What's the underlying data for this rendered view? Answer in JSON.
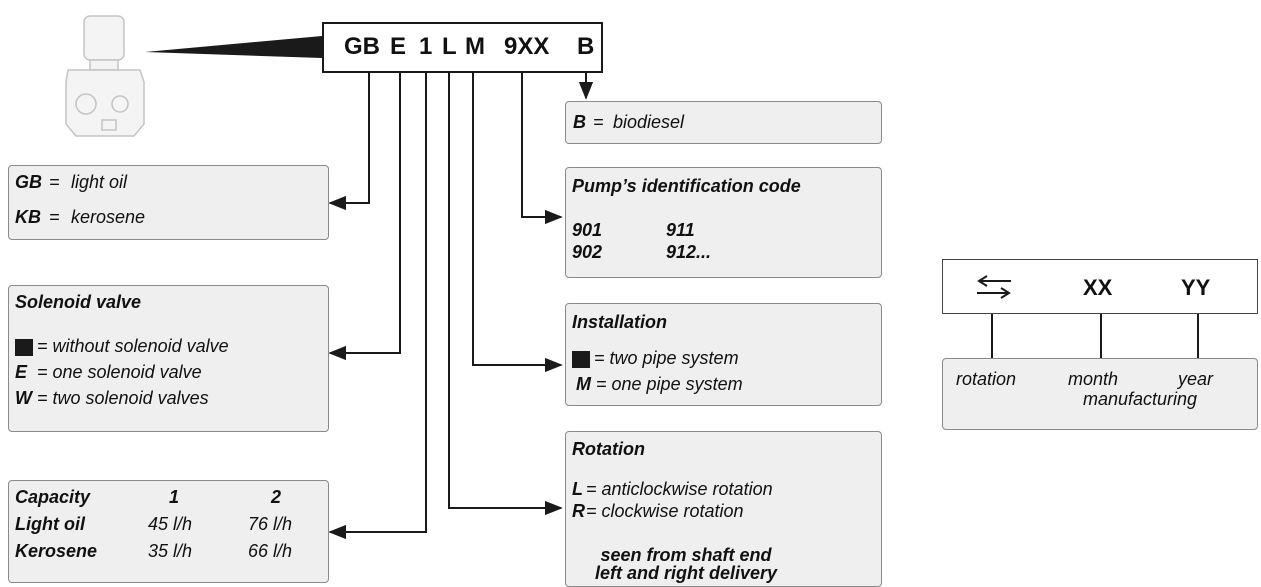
{
  "code": {
    "parts": [
      "GB",
      "E",
      "1",
      "L",
      "M",
      "9XX",
      "B"
    ]
  },
  "biodiesel": {
    "key": "B",
    "eq": "=",
    "text": "biodiesel"
  },
  "fuel": {
    "rows": [
      {
        "key": "GB",
        "eq": "=",
        "text": "light oil"
      },
      {
        "key": "KB",
        "eq": "=",
        "text": "kerosene"
      }
    ]
  },
  "pump_code": {
    "title": "Pump’s identification code",
    "codes": [
      [
        "901",
        "911"
      ],
      [
        "902",
        "912..."
      ]
    ]
  },
  "solenoid": {
    "title": "Solenoid valve",
    "none_text": "= without solenoid valve",
    "rows": [
      {
        "key": "E",
        "text": "= one solenoid valve"
      },
      {
        "key": "W",
        "text": "= two solenoid valves"
      }
    ]
  },
  "installation": {
    "title": "Installation",
    "none_text": "= two pipe system",
    "rows": [
      {
        "key": "M",
        "text": "= one  pipe system"
      }
    ]
  },
  "capacity": {
    "headers": [
      "Capacity",
      "1",
      "2"
    ],
    "rows": [
      [
        "Light oil",
        "45 l/h",
        "76 l/h"
      ],
      [
        "Kerosene",
        "35 l/h",
        "66 l/h"
      ]
    ]
  },
  "rotation": {
    "title": "Rotation",
    "rows": [
      {
        "key": "L",
        "text": "= anticlockwise rotation"
      },
      {
        "key": "R",
        "text": "= clockwise rotation"
      }
    ],
    "note_line1": "seen from shaft end",
    "note_line2": "left and right delivery"
  },
  "rotation_panel": {
    "values": [
      "XX",
      "YY"
    ],
    "labels": [
      "rotation",
      "month",
      "year"
    ],
    "sub_label": "manufacturing"
  },
  "icons": [
    "pump-image-icon",
    "rotation-arrows-icon"
  ],
  "colors": {
    "box_fill": "#efefef",
    "line": "#1a1a1a"
  }
}
